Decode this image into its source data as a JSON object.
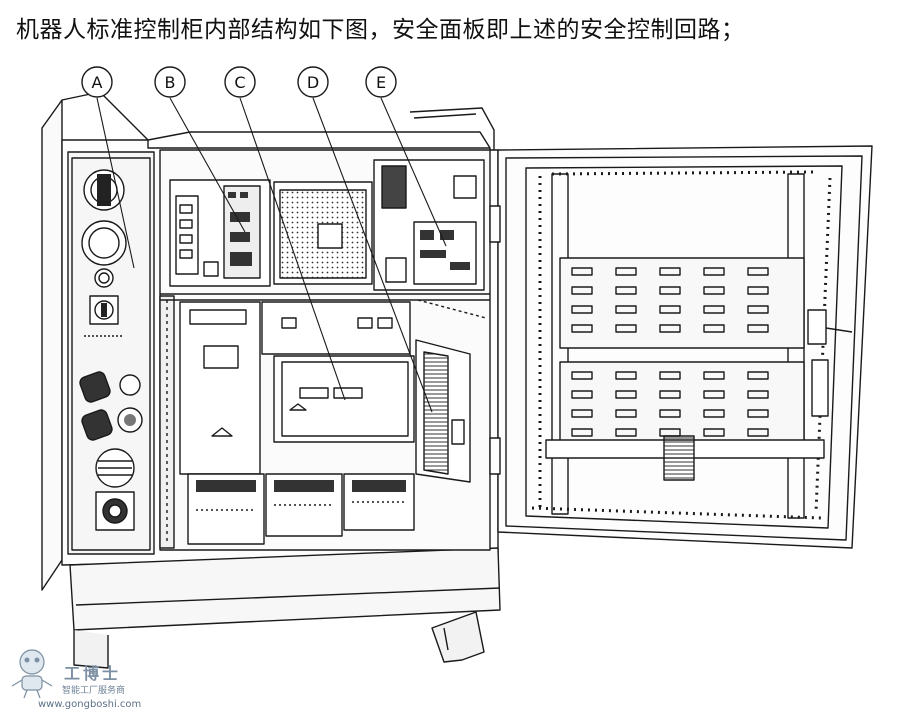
{
  "caption": "机器人标准控制柜内部结构如下图，安全面板即上述的安全控制回路；",
  "callouts": [
    {
      "letter": "A"
    },
    {
      "letter": "B"
    },
    {
      "letter": "C"
    },
    {
      "letter": "D"
    },
    {
      "letter": "E"
    }
  ],
  "watermark": {
    "brand": "工博士",
    "tagline": "智能工厂服务商",
    "url": "www.gongboshi.com"
  },
  "colors": {
    "line": "#1a1a1a",
    "panel_fill": "#f4f4f4",
    "watermark": "#7d8fa3"
  }
}
